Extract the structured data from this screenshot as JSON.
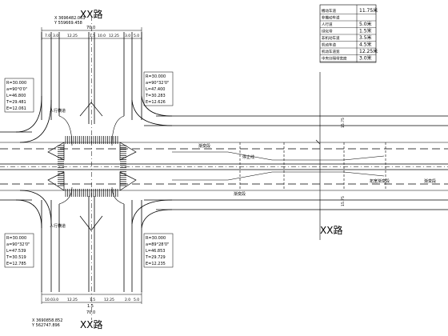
{
  "road_labels": {
    "north": "XX路",
    "south_right": "XX路",
    "south": "XX路"
  },
  "coords": {
    "north_x": "X 3696482.063",
    "north_y": "Y 559669.458",
    "south_x": "X 3690858.852",
    "south_y": "Y 562747.896"
  },
  "table": {
    "rows": [
      {
        "label": "機动车道",
        "value": "11.75米"
      },
      {
        "label": "非機动车道",
        "value": ""
      },
      {
        "label": "人行道",
        "value": "5.0米"
      },
      {
        "label": "绿化带",
        "value": "1.5米"
      },
      {
        "label": "非机动车道",
        "value": "3.5米"
      },
      {
        "label": "机动车道",
        "value": "4.5米"
      },
      {
        "label": "机动车道宽",
        "value": "12.25米"
      },
      {
        "label": "中央分隔带宽度",
        "value": "3.0米"
      }
    ]
  },
  "curves": {
    "top_left": [
      "R=30.000",
      "a=90°0'0\"",
      "L=46.800",
      "T=29.481",
      "E=12.061"
    ],
    "top_right": [
      "R=30.000",
      "a=90°32'0\"",
      "L=47.400",
      "T=30.283",
      "E=12.626"
    ],
    "bottom_left": [
      "R=30.000",
      "a=90°32'0\"",
      "L=47.539",
      "T=30.519",
      "E=12.785"
    ],
    "bottom_right": [
      "R=30.000",
      "a=89°28'0\"",
      "L=46.853",
      "T=29.729",
      "E=12.235"
    ]
  },
  "dims": {
    "top_total": "70.0",
    "top_parts": [
      "7.0",
      "3.0",
      "12.25",
      "1.5",
      "10.0",
      "12.25",
      "3.0",
      "5.0"
    ],
    "bottom_total": "70.0",
    "bottom_parts": [
      "10.0",
      "3.0",
      "12.25",
      "1.5",
      "12.25",
      "2.0",
      "5.0"
    ],
    "bottom_center": "1.5",
    "right_side": [
      "15.75",
      "15.75"
    ]
  },
  "annotations": {
    "left_median_top": "人行横道",
    "left_median_bottom": "人行横道",
    "gradual_1": "渐变段",
    "gradual_2": "渐变段",
    "widening": "拓宽渐变段",
    "right_gradual": "渐变段",
    "stop_line": "停止线"
  },
  "colors": {
    "line": "#000000",
    "accent": "#1a1a1a"
  }
}
